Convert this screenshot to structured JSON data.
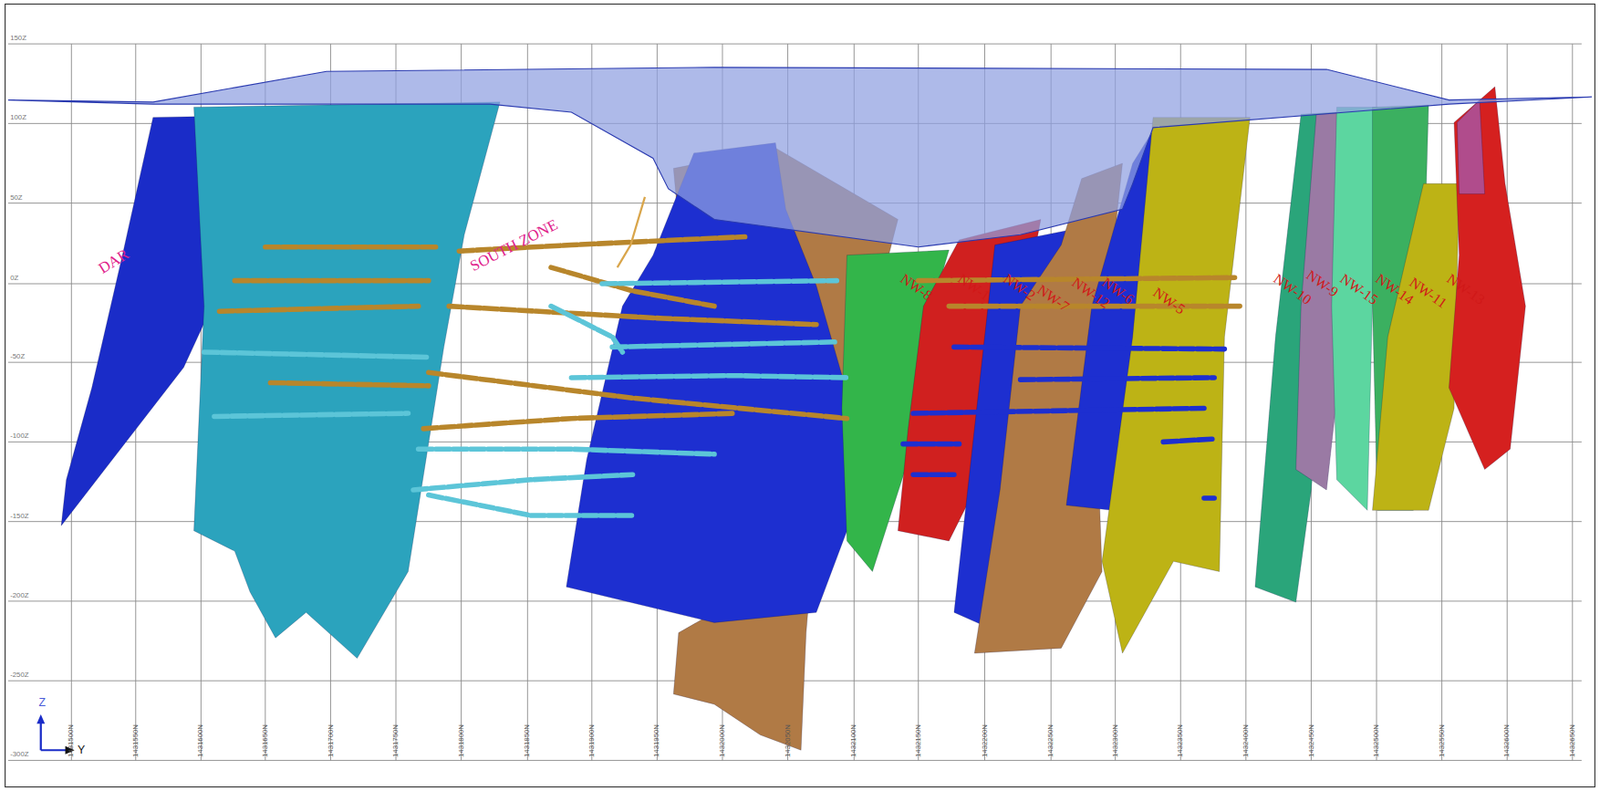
{
  "diagram": {
    "labels": [
      "150Z",
      "100Z",
      "50Z",
      "0Z",
      "-50Z",
      "-100Z",
      "-150Z",
      "-200Z",
      "-250Z",
      "-300Z",
      "1431500N",
      "1431550N",
      "1431600N",
      "1431650N",
      "1431700N",
      "1431750N",
      "1431800N",
      "1431850N",
      "1431900N",
      "1431950N",
      "1432000N",
      "1432050N",
      "1432100N",
      "1432150N",
      "1432200N",
      "1432250N",
      "1432300N",
      "1432350N",
      "1432400N",
      "1432450N",
      "1432500N",
      "1432550N",
      "1432600N",
      "1432650N",
      "DAR",
      "SOUTH ZONE",
      "NW-8",
      "NW-1",
      "NW-2",
      "NW-7",
      "NW-12",
      "NW-6",
      "NW-5",
      "NW-10",
      "NW-9",
      "NW-15",
      "NW-14",
      "NW-11",
      "NW-13",
      "Z",
      "Y"
    ]
  }
}
